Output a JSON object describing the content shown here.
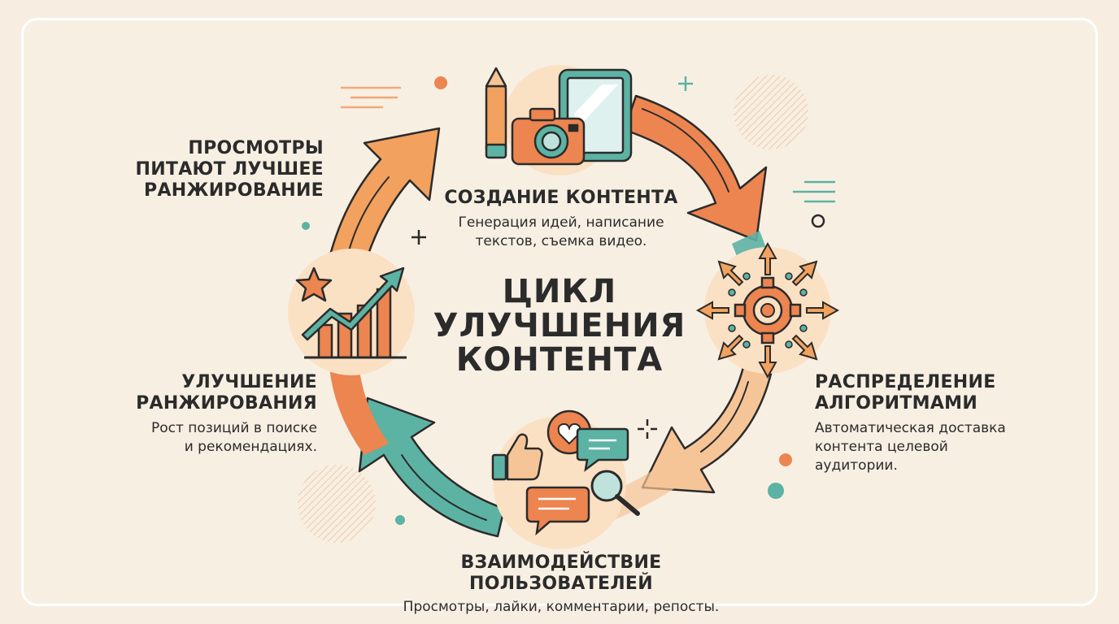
{
  "center_title": [
    "ЦИКЛ",
    "УЛУЧШЕНИЯ",
    "КОНТЕНТА"
  ],
  "stages": {
    "creation": {
      "title": "СОЗДАНИЕ КОНТЕНТА",
      "description": [
        "Генерация идей, написание",
        "текстов, съемка видео."
      ]
    },
    "distribution": {
      "title": [
        "РАСПРЕДЕЛЕНИЕ",
        "АЛГОРИТМАМИ"
      ],
      "description": [
        "Автоматическая доставка",
        "контента целевой",
        "аудитории."
      ]
    },
    "interaction": {
      "title": [
        "ВЗАИМОДЕЙСТВИЕ",
        "ПОЛЬЗОВАТЕЛЕЙ"
      ],
      "description": [
        "Просмотры, лайки, комментарии, репосты."
      ]
    },
    "ranking": {
      "title": [
        "УЛУЧШЕНИЕ",
        "РАНЖИРОВАНИЯ"
      ],
      "description": [
        "Рост позиций в поиске",
        "и рекомендациях."
      ]
    },
    "feedback": {
      "title": [
        "ПРОСМОТРЫ",
        "ПИТАЮТ ЛУЧШЕЕ",
        "РАНЖИРОВАНИЕ"
      ]
    }
  },
  "colors": {
    "orange": "#ec8550",
    "peach": "#f6c597",
    "teal": "#5cb3a4",
    "dark": "#2b2b2b",
    "background": "#f8efe3"
  },
  "icons": [
    "pencil-icon",
    "camera-icon",
    "tablet-icon",
    "gear-network-icon",
    "thumbs-up-icon",
    "heart-chat-icon",
    "chat-icon",
    "magnifier-icon",
    "growth-chart-icon",
    "star-icon"
  ]
}
